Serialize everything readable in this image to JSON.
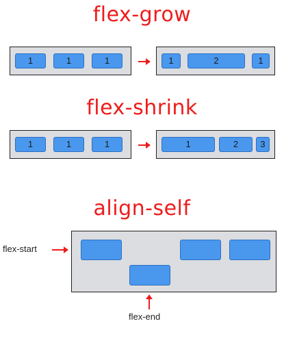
{
  "colors": {
    "accent": "#ee1c1c",
    "item": "#4a97ee",
    "container": "#dcdde0"
  },
  "sections": {
    "grow": {
      "title": "flex-grow",
      "before": [
        "1",
        "1",
        "1"
      ],
      "after": [
        "1",
        "2",
        "1"
      ]
    },
    "shrink": {
      "title": "flex-shrink",
      "before": [
        "1",
        "1",
        "1"
      ],
      "after": [
        "1",
        "2",
        "3"
      ]
    },
    "align": {
      "title": "align-self",
      "label_start": "flex-start",
      "label_end": "flex-end"
    }
  }
}
